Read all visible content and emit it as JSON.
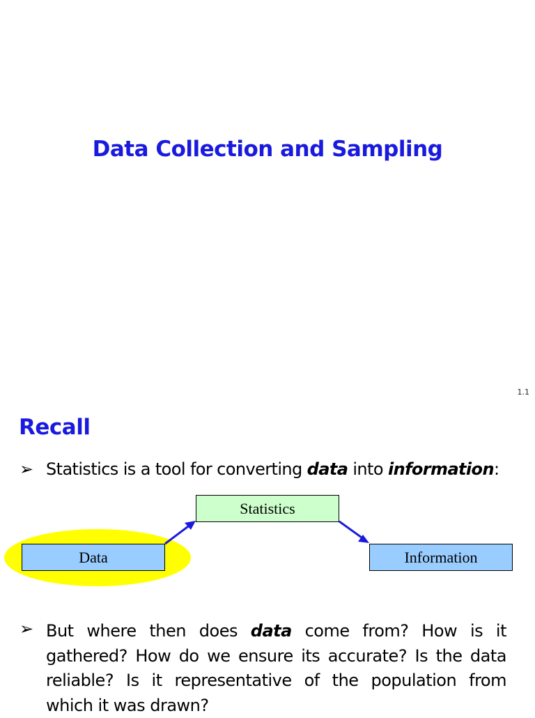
{
  "slide": {
    "title": "Data Collection and Sampling",
    "page_number": "1.1"
  },
  "section": {
    "heading": "Recall"
  },
  "bullet1": {
    "marker": "➢",
    "prefix": "Statistics is a tool for converting ",
    "em1": "data",
    "middle": " into ",
    "em2": "information",
    "suffix": ":"
  },
  "diagram": {
    "statistics_label": "Statistics",
    "data_label": "Data",
    "information_label": "Information",
    "colors": {
      "statistics_fill": "#ccffcc",
      "box_fill": "#99ccff",
      "highlight": "#ffff00",
      "arrow": "#1a1adf"
    }
  },
  "bullet2": {
    "marker": "➢",
    "line1_prefix": "But where then does ",
    "line1_em": "data",
    "line1_suffix": " come from? How is it",
    "line2": "gathered? How do we ensure its accurate? Is the data",
    "line3": "reliable? Is it representative of the population from",
    "line4": "which it was drawn?"
  }
}
